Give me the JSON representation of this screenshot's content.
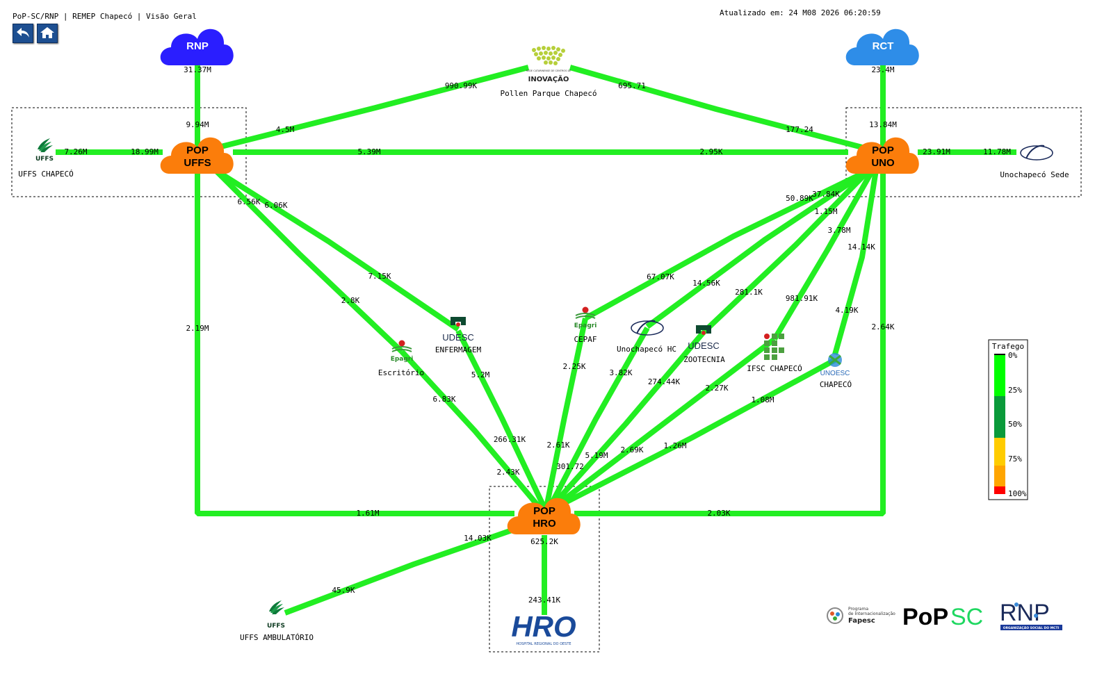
{
  "header": {
    "title": "PoP-SC/RNP | REMEP Chapecó | Visão Geral",
    "updated": "Atualizado em: 24 M08 2026 06:20:59"
  },
  "nav": {
    "back_icon": "back-arrow-icon",
    "home_icon": "home-icon"
  },
  "clouds": {
    "rnp": "RNP",
    "rct": "RCT",
    "pop_uffs_1": "POP",
    "pop_uffs_2": "UFFS",
    "pop_uno_1": "POP",
    "pop_uno_2": "UNO",
    "pop_hro_1": "POP",
    "pop_hro_2": "HRO"
  },
  "sites": {
    "pollen": "Pollen Parque Chapecó",
    "pollen_logo_1": "REDE CATARINENSE DE CENTROS DE",
    "pollen_logo_2": "INOVAÇÃO",
    "uffs_chapeco": "UFFS CHAPECÓ",
    "uno_sede": "Unochapecó Sede",
    "escritorio": "Escritório",
    "enfermagem": "ENFERMAGEM",
    "cepaf": "CEPAF",
    "uno_hc": "Unochapecó HC",
    "zootecnia": "ZOOTECNIA",
    "ifsc": "IFSC CHAPECÓ",
    "unoesc_chapeco": "CHAPECÓ",
    "uffs_amb": "UFFS AMBULATÓRIO",
    "logo_uffs": "UFFS",
    "logo_epagri": "Epagri",
    "logo_udesc": "UDESC",
    "logo_unoesc": "UNOESC",
    "logo_hro_sub": "HOSPITAL REGIONAL DO OESTE"
  },
  "traffic": {
    "rnp": "31.37M",
    "rnp_pop": "9.94M",
    "rct": "23.4M",
    "rct_pop": "13.84M",
    "pollen_a": "990.99K",
    "pollen_b": "695.71",
    "pollen_uffs": "4.5M",
    "pollen_uno": "177.24",
    "uffs_chap_a": "7.26M",
    "uffs_chap_b": "18.99M",
    "uffs_uno_a": "5.39M",
    "uffs_uno_b": "2.95K",
    "sede_a": "23.91M",
    "sede_b": "11.78M",
    "uffs_esc": "6.56K",
    "uffs_enf": "6.06K",
    "enf_mid": "7.15K",
    "esc_mid": "2.8K",
    "uffs_hro_v": "2.19M",
    "uffs_hro_h": "1.61M",
    "uno_hro_v": "2.64K",
    "uno_hro_h": "2.03K",
    "uno_cepaf": "50.89K",
    "uno_hc": "37.84K",
    "uno_zoo": "1.15M",
    "uno_ifsc": "3.78M",
    "uno_unoesc": "14.14K",
    "cepaf_mid": "67.07K",
    "hc_mid": "14.56K",
    "zoo_mid": "281.1K",
    "ifsc_mid": "981.91K",
    "unoesc_mid": "4.19K",
    "esc_hro": "6.83K",
    "enf_hro": "5.2M",
    "cepaf_hro": "2.25K",
    "hc_hro": "3.82K",
    "zoo_hro": "274.44K",
    "ifsc_hro": "2.27K",
    "unoesc_hro": "1.08M",
    "hro_enf": "266.31K",
    "hro_esc": "2.43K",
    "hro_cepaf": "2.61K",
    "hro_hc": "301.72",
    "hro_zoo": "5.19M",
    "hro_ifsc": "2.69K",
    "hro_unoesc": "1.26M",
    "hro_amb": "14.03K",
    "amb_hro": "45.9K",
    "hro_local_a": "625.2K",
    "hro_local_b": "243.41K"
  },
  "legend": {
    "title": "Trafego",
    "levels": [
      "0%",
      "25%",
      "50%",
      "75%",
      "100%"
    ],
    "colors": [
      "#00ff00",
      "#0a9a3a",
      "#ffcc00",
      "#ffa500",
      "#ff0000"
    ]
  },
  "footer": {
    "fapesc_1": "Programa",
    "fapesc_2": "de Internacionalização",
    "fapesc_3": "Fapesc",
    "popsc_a": "PoP",
    "popsc_b": "SC",
    "rnp_logo": "RNP",
    "rnp_sub": "ORGANIZAÇÃO SOCIAL DO MCTI"
  },
  "link_color": "#22ee22"
}
